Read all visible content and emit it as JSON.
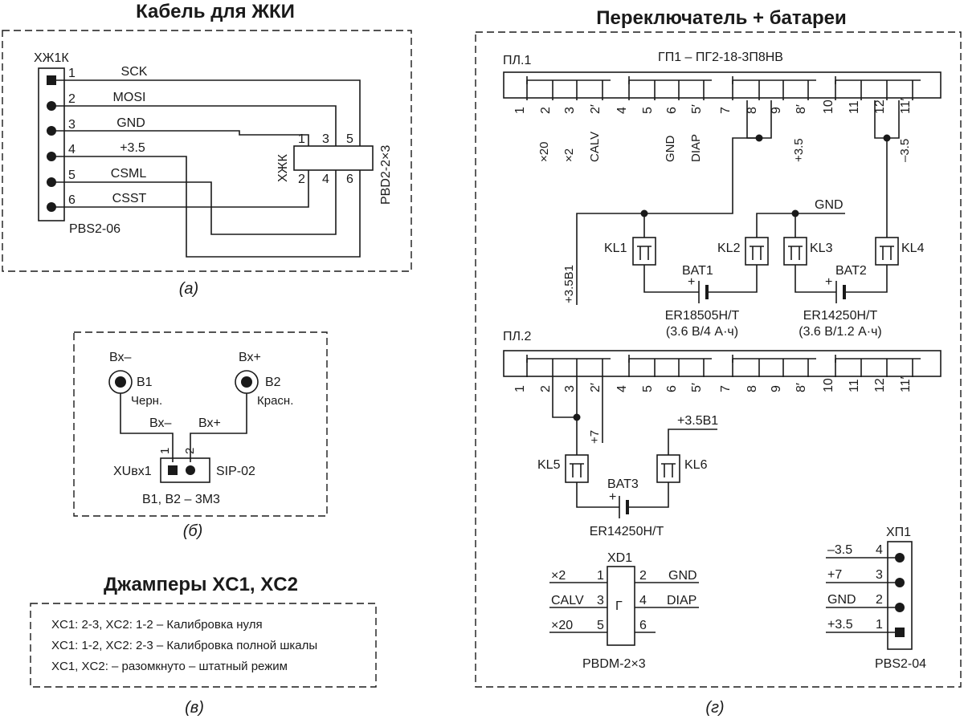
{
  "titles": {
    "lcd_cable": "Кабель для ЖКИ",
    "switch_batteries": "Переключатель + батареи",
    "jumpers": "Джамперы XC1, XC2"
  },
  "captions": {
    "a": "(а)",
    "b": "(б)",
    "v": "(в)",
    "g": "(г)"
  },
  "panel_a": {
    "connector": "ХЖ1К",
    "pins": [
      {
        "num": "1",
        "signal": "SCK"
      },
      {
        "num": "2",
        "signal": "MOSI"
      },
      {
        "num": "3",
        "signal": "GND"
      },
      {
        "num": "4",
        "signal": "+3.5"
      },
      {
        "num": "5",
        "signal": "CSML"
      },
      {
        "num": "6",
        "signal": "CSST"
      }
    ],
    "connector_type": "PBS2-06",
    "lcd_label": "ХЖК",
    "socket_type": "PBD2-2×3",
    "socket_top_pins": [
      "1",
      "3",
      "5"
    ],
    "socket_bottom_pins": [
      "2",
      "4",
      "6"
    ]
  },
  "panel_b": {
    "b1_name": "Вх–",
    "b1_ref": "B1",
    "b1_color": "Черн.",
    "b2_name": "Вх+",
    "b2_ref": "B2",
    "b2_color": "Красн.",
    "wire1": "Вх–",
    "wire2": "Вх+",
    "pin1": "1",
    "pin2": "2",
    "connector_ref": "XUвх1",
    "connector_type": "SIP-02",
    "note": "B1, B2 – 3М3"
  },
  "panel_v": {
    "lines": [
      "XC1: 2-3, XC2: 1-2 – Калибровка нуля",
      "XC1: 1-2, XC2: 2-3 – Калибровка полной шкалы",
      "XC1, XC2: – разомкнуто – штатный режим"
    ]
  },
  "panel_g": {
    "switch_title": "ГП1 – ПГ2-18-3П8НВ",
    "deck1": "ПЛ.1",
    "deck2": "ПЛ.2",
    "contacts": [
      "1",
      "2",
      "3",
      "2′",
      "4",
      "5",
      "6",
      "5′",
      "7",
      "8",
      "9",
      "8′",
      "10",
      "11",
      "12",
      "11′"
    ],
    "deck1_nets": [
      "×20",
      "×2",
      "CALV",
      "GND",
      "DIAP",
      "+3.5",
      "–3.5"
    ],
    "net_gnd": "GND",
    "net_35b1": "+3.5В1",
    "net_plus7": "+7",
    "relays": [
      "KL1",
      "KL2",
      "KL3",
      "KL4",
      "KL5",
      "KL6"
    ],
    "bat1": {
      "ref": "BAT1",
      "type": "ER18505H/T",
      "spec": "(3.6 В/4 А·ч)"
    },
    "bat2": {
      "ref": "BAT2",
      "type": "ER14250H/T",
      "spec": "(3.6 В/1.2 А·ч)"
    },
    "bat3": {
      "ref": "BAT3",
      "type": "ER14250H/T"
    },
    "plus_sign": "+",
    "xd1": {
      "ref": "XD1",
      "type": "PBDM-2×3",
      "mark": "Г",
      "rows": [
        {
          "left": "×2",
          "lp": "1",
          "rp": "2",
          "right": "GND"
        },
        {
          "left": "CALV",
          "lp": "3",
          "rp": "4",
          "right": "DIAP"
        },
        {
          "left": "×20",
          "lp": "5",
          "rp": "6",
          "right": ""
        }
      ]
    },
    "xp1": {
      "ref": "ХП1",
      "type": "PBS2-04",
      "rows": [
        {
          "net": "–3.5",
          "pin": "4"
        },
        {
          "net": "+7",
          "pin": "3"
        },
        {
          "net": "GND",
          "pin": "2"
        },
        {
          "net": "+3.5",
          "pin": "1"
        }
      ]
    }
  }
}
